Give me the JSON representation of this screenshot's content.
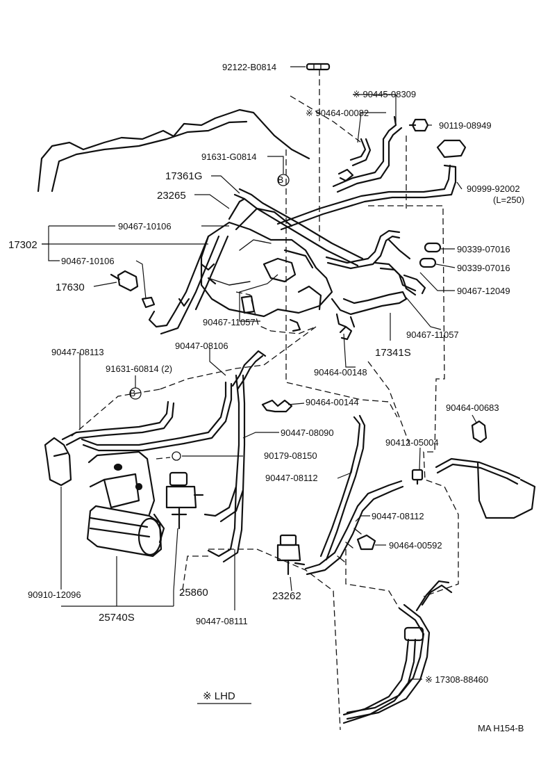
{
  "labels": {
    "p92122": "92122-B0814",
    "p90445": "※ 90445-08309",
    "p90464_00082": "※ 90464-00082",
    "p90119": "90119-08949",
    "p91631_g": "91631-G0814",
    "p17361g": "17361G",
    "b_callout": "B",
    "p23265": "23265",
    "p90999": "90999-92002",
    "p_l250": "(L=250)",
    "p90467_10106a": "90467-10106",
    "p17302": "17302",
    "p90467_10106b": "90467-10106",
    "p90339a": "90339-07016",
    "p90339b": "90339-07016",
    "p17630": "17630",
    "p90467_12049": "90467-12049",
    "p90467_11057a": "90467-11057",
    "p90467_11057b": "90467-11057",
    "p17341s": "17341S",
    "p90447_08113": "90447-08113",
    "p90447_08106": "90447-08106",
    "p91631_6": "91631-60814 (2)",
    "p90464_00148": "90464-00148",
    "p90464_00144": "90464-00144",
    "p90464_00683": "90464-00683",
    "p90447_08090": "90447-08090",
    "p90412": "90412-05004",
    "p90179": "90179-08150",
    "p90447_08112a": "90447-08112",
    "p90447_08112b": "90447-08112",
    "p90464_00592": "90464-00592",
    "p90910": "90910-12096",
    "p25860": "25860",
    "p23262": "23262",
    "p25740s": "25740S",
    "p90447_08111": "90447-08111",
    "p17308": "※ 17308-88460",
    "lhd": "※ LHD",
    "ref": "MA H154-B"
  }
}
